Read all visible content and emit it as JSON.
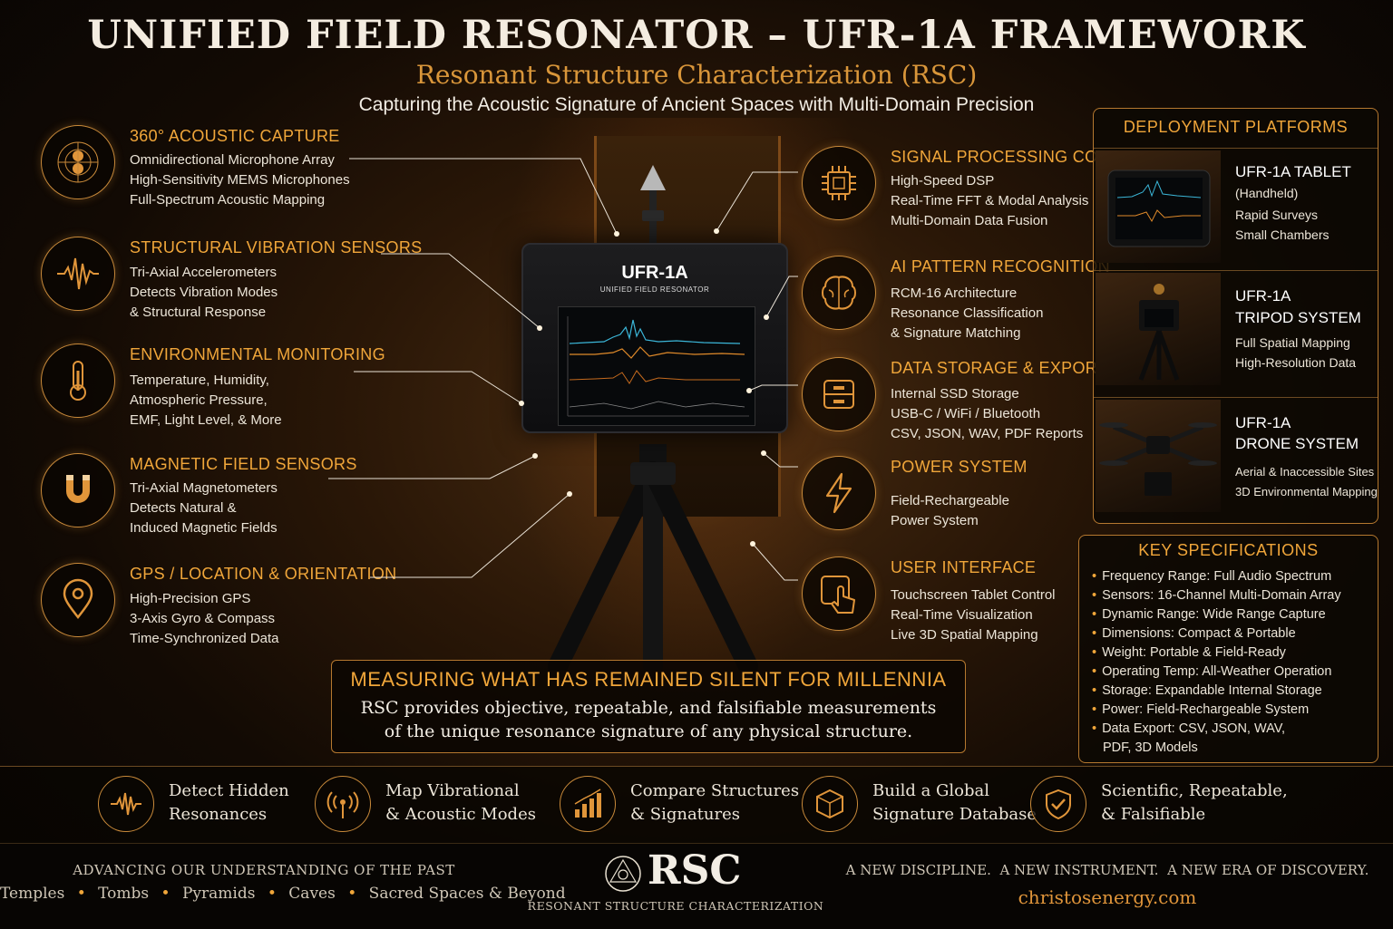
{
  "header": {
    "title": "UNIFIED FIELD RESONATOR – UFR-1A FRAMEWORK",
    "subtitle": "Resonant Structure Characterization (RSC)",
    "tagline": "Capturing the Acoustic Signature of Ancient Spaces with Multi-Domain Precision"
  },
  "left_features": [
    {
      "title": "360° ACOUSTIC CAPTURE",
      "icon": "acoustic-sphere-icon",
      "lines": [
        "Omnidirectional Microphone Array",
        "High-Sensitivity MEMS Microphones",
        "Full-Spectrum Acoustic Mapping"
      ]
    },
    {
      "title": "STRUCTURAL VIBRATION SENSORS",
      "icon": "waveform-icon",
      "lines": [
        "Tri-Axial Accelerometers",
        "Detects Vibration Modes",
        "& Structural Response"
      ]
    },
    {
      "title": "ENVIRONMENTAL MONITORING",
      "icon": "thermometer-icon",
      "lines": [
        "Temperature, Humidity,",
        "Atmospheric Pressure,",
        "EMF, Light Level, & More"
      ]
    },
    {
      "title": "MAGNETIC FIELD SENSORS",
      "icon": "magnet-icon",
      "lines": [
        "Tri-Axial Magnetometers",
        "Detects Natural &",
        "Induced Magnetic Fields"
      ]
    },
    {
      "title": "GPS / LOCATION & ORIENTATION",
      "icon": "location-pin-icon",
      "lines": [
        "High-Precision GPS",
        "3-Axis Gyro & Compass",
        "Time-Synchronized Data"
      ]
    }
  ],
  "right_features": [
    {
      "title": "SIGNAL PROCESSING CORE",
      "icon": "chip-icon",
      "lines": [
        "High-Speed DSP",
        "Real-Time FFT & Modal Analysis",
        "Multi-Domain Data Fusion"
      ]
    },
    {
      "title": "AI PATTERN RECOGNITION",
      "icon": "brain-icon",
      "lines": [
        "RCM-16 Architecture",
        "Resonance Classification",
        "& Signature Matching"
      ]
    },
    {
      "title": "DATA STORAGE & EXPORT",
      "icon": "storage-drive-icon",
      "lines": [
        "Internal SSD Storage",
        "USB-C / WiFi / Bluetooth",
        "CSV, JSON, WAV, PDF Reports"
      ]
    },
    {
      "title": "POWER SYSTEM",
      "icon": "lightning-icon",
      "lines": [
        "Field-Rechargeable",
        "Power System"
      ]
    },
    {
      "title": "USER INTERFACE",
      "icon": "touch-hand-icon",
      "lines": [
        "Touchscreen Tablet Control",
        "Real-Time Visualization",
        "Live 3D Spatial Mapping"
      ]
    }
  ],
  "device": {
    "name": "UFR-1A",
    "subname": "UNIFIED FIELD RESONATOR"
  },
  "deployment": {
    "title": "DEPLOYMENT PLATFORMS",
    "items": [
      {
        "name_lines": [
          "UFR-1A TABLET"
        ],
        "detail_lines": [
          "(Handheld)",
          "Rapid Surveys",
          "Small Chambers"
        ]
      },
      {
        "name_lines": [
          "UFR-1A",
          "TRIPOD SYSTEM"
        ],
        "detail_lines": [
          "Full Spatial Mapping",
          "High-Resolution Data"
        ]
      },
      {
        "name_lines": [
          "UFR-1A",
          "DRONE SYSTEM"
        ],
        "detail_lines": [
          "Aerial & Inaccessible Sites",
          "3D Environmental Mapping"
        ]
      }
    ]
  },
  "specs": {
    "title": "KEY SPECIFICATIONS",
    "items": [
      "Frequency Range: Full Audio Spectrum",
      "Sensors: 16-Channel Multi-Domain Array",
      "Dynamic Range: Wide Range Capture",
      "Dimensions: Compact & Portable",
      "Weight: Portable & Field-Ready",
      "Operating Temp: All-Weather Operation",
      "Storage: Expandable Internal Storage",
      "Power: Field-Rechargeable System",
      "Data Export: CSV, JSON, WAV,"
    ],
    "continuation": "PDF, 3D Models"
  },
  "measure": {
    "title": "MEASURING WHAT HAS REMAINED SILENT FOR MILLENNIA",
    "line1": "RSC provides objective, repeatable, and falsifiable measurements",
    "line2": "of the unique resonance signature of any physical structure."
  },
  "benefits": [
    {
      "icon": "waveform-icon",
      "lines": [
        "Detect Hidden",
        "Resonances"
      ]
    },
    {
      "icon": "broadcast-icon",
      "lines": [
        "Map Vibrational",
        "& Acoustic Modes"
      ]
    },
    {
      "icon": "bar-chart-icon",
      "lines": [
        "Compare Structures",
        "& Signatures"
      ]
    },
    {
      "icon": "cube-icon",
      "lines": [
        "Build a Global",
        "Signature Database"
      ]
    },
    {
      "icon": "shield-check-icon",
      "lines": [
        "Scientific, Repeatable,",
        "& Falsifiable"
      ]
    }
  ],
  "footer": {
    "left_title": "ADVANCING OUR UNDERSTANDING OF THE PAST",
    "places": [
      "Temples",
      "Tombs",
      "Pyramids",
      "Caves",
      "Sacred Spaces & Beyond"
    ],
    "logo_text": "RSC",
    "logo_sub": "RESONANT STRUCTURE CHARACTERIZATION",
    "right_title": "A NEW DISCIPLINE.  A NEW INSTRUMENT.  A NEW ERA OF DISCOVERY.",
    "website": "christosenergy.com"
  },
  "colors": {
    "accent": "#f0a63a",
    "background": "#120a04",
    "text": "#ece5d8"
  }
}
